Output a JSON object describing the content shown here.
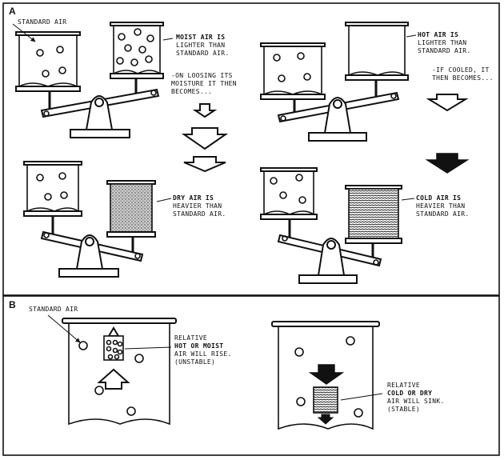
{
  "panels": {
    "a": "A",
    "b": "B"
  },
  "panel_a": {
    "scale1": {
      "standard_air": "STANDARD AIR",
      "moist": [
        "MOIST AIR IS",
        "LIGHTER THAN",
        "STANDARD AIR."
      ],
      "note": [
        "-ON LOOSING ITS",
        "MOISTURE IT THEN",
        "BECOMES..."
      ]
    },
    "scale2": {
      "hot": [
        "HOT AIR IS",
        "LIGHTER THAN",
        "STANDARD AIR."
      ],
      "note": [
        "-IF COOLED, IT",
        "THEN BECOMES..."
      ]
    },
    "scale3": {
      "dry": [
        "DRY AIR IS",
        "HEAVIER THAN",
        "STANDARD AIR."
      ]
    },
    "scale4": {
      "cold": [
        "COLD AIR IS",
        "HEAVIER THAN",
        "STANDARD AIR."
      ]
    }
  },
  "panel_b": {
    "standard_air": "STANDARD AIR",
    "rise": [
      "RELATIVE",
      "HOT OR MOIST",
      "AIR WILL RISE.",
      "(UNSTABLE)"
    ],
    "sink": [
      "RELATIVE",
      "COLD OR DRY",
      "AIR WILL SINK.",
      "(STABLE)"
    ]
  },
  "colors": {
    "ink": "#111111",
    "paper": "#ffffff",
    "dry_fill": "#b8b8b8"
  }
}
